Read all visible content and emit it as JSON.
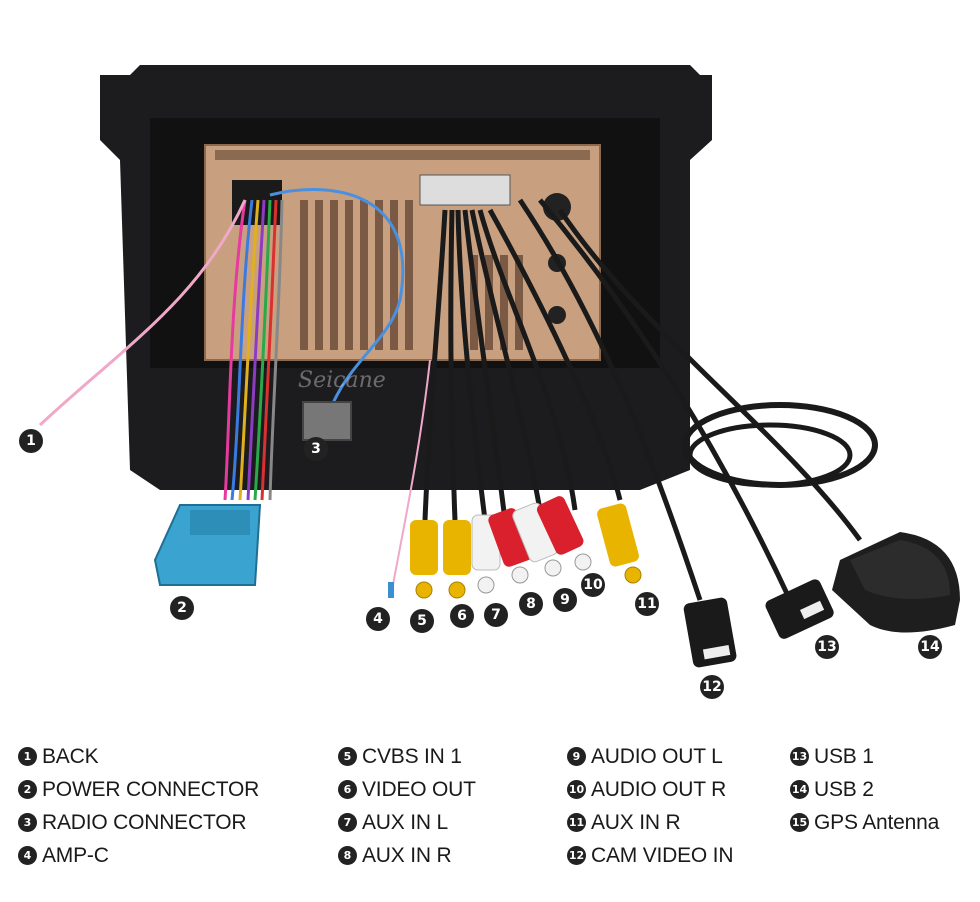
{
  "watermark": "Seicane",
  "callouts": [
    "1",
    "2",
    "3",
    "4",
    "5",
    "6",
    "7",
    "8",
    "9",
    "10",
    "11",
    "12",
    "13",
    "14"
  ],
  "legend": [
    {
      "num": "1",
      "label": "BACK"
    },
    {
      "num": "2",
      "label": "POWER CONNECTOR"
    },
    {
      "num": "3",
      "label": "RADIO CONNECTOR"
    },
    {
      "num": "4",
      "label": "AMP-C"
    },
    {
      "num": "5",
      "label": "CVBS IN 1"
    },
    {
      "num": "6",
      "label": "VIDEO OUT"
    },
    {
      "num": "7",
      "label": "AUX IN L"
    },
    {
      "num": "8",
      "label": "AUX IN R"
    },
    {
      "num": "9",
      "label": "AUDIO OUT L"
    },
    {
      "num": "10",
      "label": "AUDIO OUT R"
    },
    {
      "num": "11",
      "label": "AUX IN R"
    },
    {
      "num": "12",
      "label": "CAM VIDEO IN"
    },
    {
      "num": "13",
      "label": "USB 1"
    },
    {
      "num": "14",
      "label": "USB 2"
    },
    {
      "num": "15",
      "label": "GPS Antenna"
    }
  ],
  "colors": {
    "frame": "#1c1c1e",
    "chassis": "#c8a07f",
    "rca_yellow": "#e8b400",
    "rca_red": "#d9202c",
    "rca_white": "#f2f2f2",
    "connector_blue": "#3aa3cf",
    "gps_body": "#1e1e1e"
  }
}
